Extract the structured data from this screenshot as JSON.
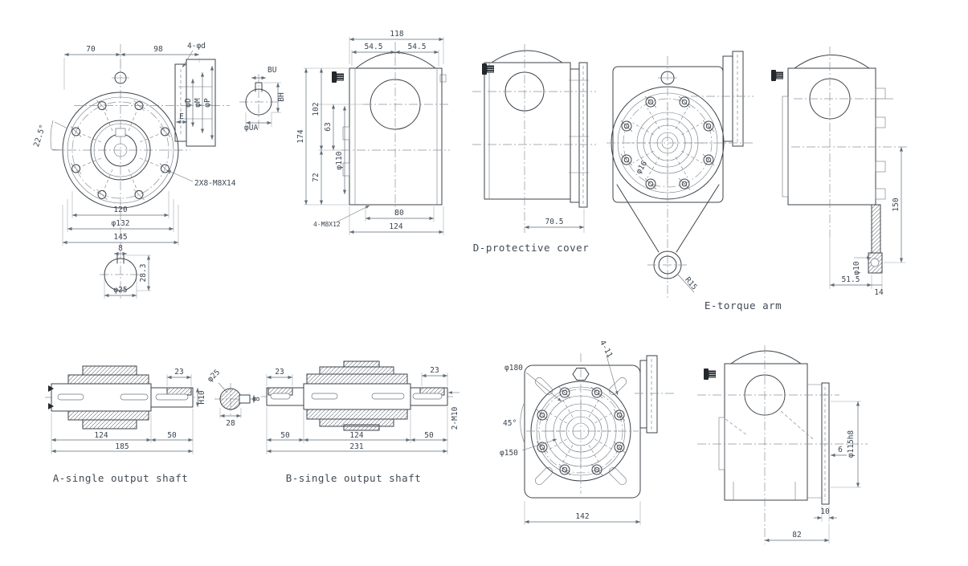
{
  "colors": {
    "object_line": "#3d434a",
    "dimension_line": "#5f6e78",
    "background": "#ffffff"
  },
  "views": {
    "flange_front": {
      "dim_70": "70",
      "dim_98": "98",
      "hole_note": "4-φd",
      "angle": "22.5°",
      "bolt_note": "2X8-M8X14",
      "dim_120": "120",
      "dim_132": "φ132",
      "dim_145": "145",
      "sec_d": "φD",
      "sec_m": "φM",
      "sec_p": "φP",
      "sec_e": "E",
      "key_w": "8",
      "key_h": "28.3",
      "shaft_dia": "φ25"
    },
    "key_section": {
      "bu": "BU",
      "bh": "BH",
      "dia": "φUA"
    },
    "side_view": {
      "w118": "118",
      "w545l": "54.5",
      "w545r": "54.5",
      "h174": "174",
      "h102": "102",
      "h63": "63",
      "bore": "φ110",
      "h72": "72",
      "b80": "80",
      "b124": "124",
      "note": "4-M8X12"
    },
    "cover_view": {
      "title": "D-protective cover",
      "dim705": "70.5"
    },
    "torque_front": {
      "title": "E-torque arm",
      "dia16": "φ16",
      "r15": "R15"
    },
    "torque_side": {
      "d150": "150",
      "d10": "φ10",
      "d515": "51.5",
      "d14": "14"
    },
    "shaft_a": {
      "title": "A-single output shaft",
      "d23": "23",
      "d124": "124",
      "d50": "50",
      "d185": "185",
      "fit": "H10",
      "sec_dia": "φ25",
      "sec_28": "28",
      "sec_8": "8"
    },
    "shaft_b": {
      "title": "B-single output shaft",
      "d23l": "23",
      "d23r": "23",
      "d50l": "50",
      "d124": "124",
      "d50r": "50",
      "d231": "231",
      "thread": "2-M10"
    },
    "square_flange": {
      "d180": "φ180",
      "holes": "4-11",
      "angle": "45°",
      "d150": "φ150",
      "d142": "142"
    },
    "flange_side": {
      "d6": "6",
      "dia": "φ115h8",
      "d10": "10",
      "d82": "82"
    }
  }
}
